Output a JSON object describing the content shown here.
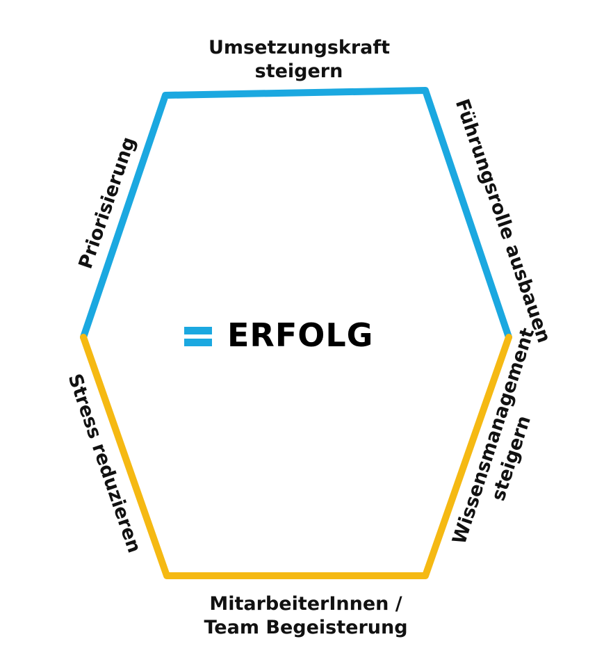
{
  "colors": {
    "upper_edges": "#1ba8e0",
    "lower_edges": "#f5b913",
    "text": "#111111",
    "background": "#ffffff"
  },
  "center": {
    "symbol": "equals-icon",
    "label": "ERFOLG"
  },
  "edges": {
    "top": {
      "line1": "Umsetzungskraft",
      "line2": "steigern",
      "color": "upper_edges"
    },
    "upper_left": {
      "label": "Priorisierung",
      "color": "upper_edges"
    },
    "upper_right": {
      "label": "Führungsrolle ausbauen",
      "color": "upper_edges"
    },
    "lower_left": {
      "label": "Stress reduzieren",
      "color": "lower_edges"
    },
    "lower_right": {
      "line1": "Wissensmanagement",
      "line2": "steigern",
      "color": "lower_edges"
    },
    "bottom": {
      "line1": "MitarbeiterInnen /",
      "line2": "Team Begeisterung",
      "color": "lower_edges"
    }
  }
}
